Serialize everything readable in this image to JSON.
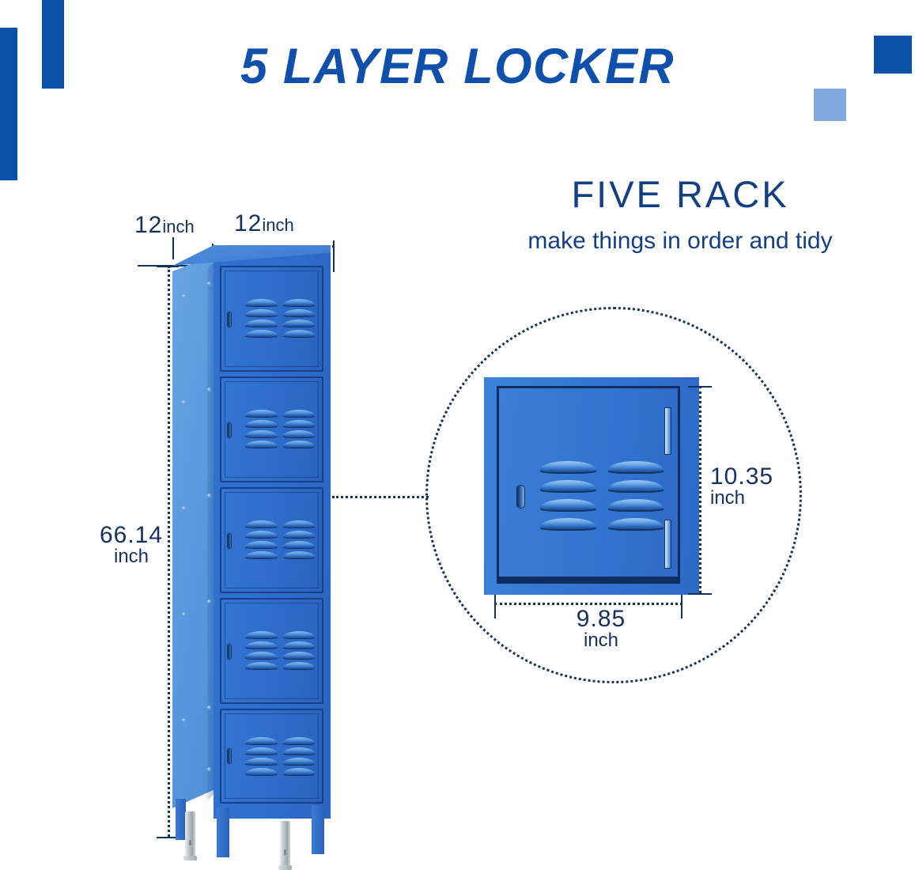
{
  "page": {
    "title": "5 LAYER LOCKER",
    "background_color": "#ffffff"
  },
  "colors": {
    "title_blue": "#1050ad",
    "heading_blue": "#133f84",
    "label_navy": "#14305e",
    "locker_blue": "#2f72cf",
    "locker_side_blue": "#5b9add",
    "deco_dark_blue": "#0b50a8",
    "deco_light_blue": "#82a9dd",
    "door_outline": "#1b3f86"
  },
  "decor": {
    "bar_left_outer": "decorative-bar",
    "bar_left_inner": "decorative-bar",
    "square_dark": "decorative-square",
    "square_light": "decorative-square"
  },
  "headings": {
    "feature_title": "FIVE RACK",
    "feature_subtitle": "make things in order and tidy"
  },
  "dimensions": {
    "depth": {
      "value": "12",
      "unit": "inch",
      "full": "12inch",
      "axis": "depth"
    },
    "width": {
      "value": "12",
      "unit": "inch",
      "full": "12inch",
      "axis": "width"
    },
    "height": {
      "value": "66.14",
      "unit": "inch",
      "axis": "total-height"
    },
    "compartment_height": {
      "value": "10.35",
      "unit": "inch",
      "axis": "compartment-height"
    },
    "compartment_width": {
      "value": "9.85",
      "unit": "inch",
      "axis": "compartment-width"
    }
  },
  "product": {
    "type": "5-tier metal storage locker",
    "layers": 5,
    "doors": [
      {
        "index": 1,
        "vent_count": 8,
        "handle": "left"
      },
      {
        "index": 2,
        "vent_count": 8,
        "handle": "left"
      },
      {
        "index": 3,
        "vent_count": 8,
        "handle": "left"
      },
      {
        "index": 4,
        "vent_count": 8,
        "handle": "left"
      },
      {
        "index": 5,
        "vent_count": 8,
        "handle": "left"
      }
    ],
    "legs": 4,
    "leveling_feet": "metal"
  },
  "detail_callout": {
    "shape": "dashed-circle",
    "subject": "single compartment door",
    "vent_rows": 4,
    "vent_columns": 2,
    "hinges": 2,
    "handle": "left"
  },
  "icons": {
    "dimension_dotted_line": "dotted-measure-line",
    "callout_connector": "dotted-connector-line"
  }
}
